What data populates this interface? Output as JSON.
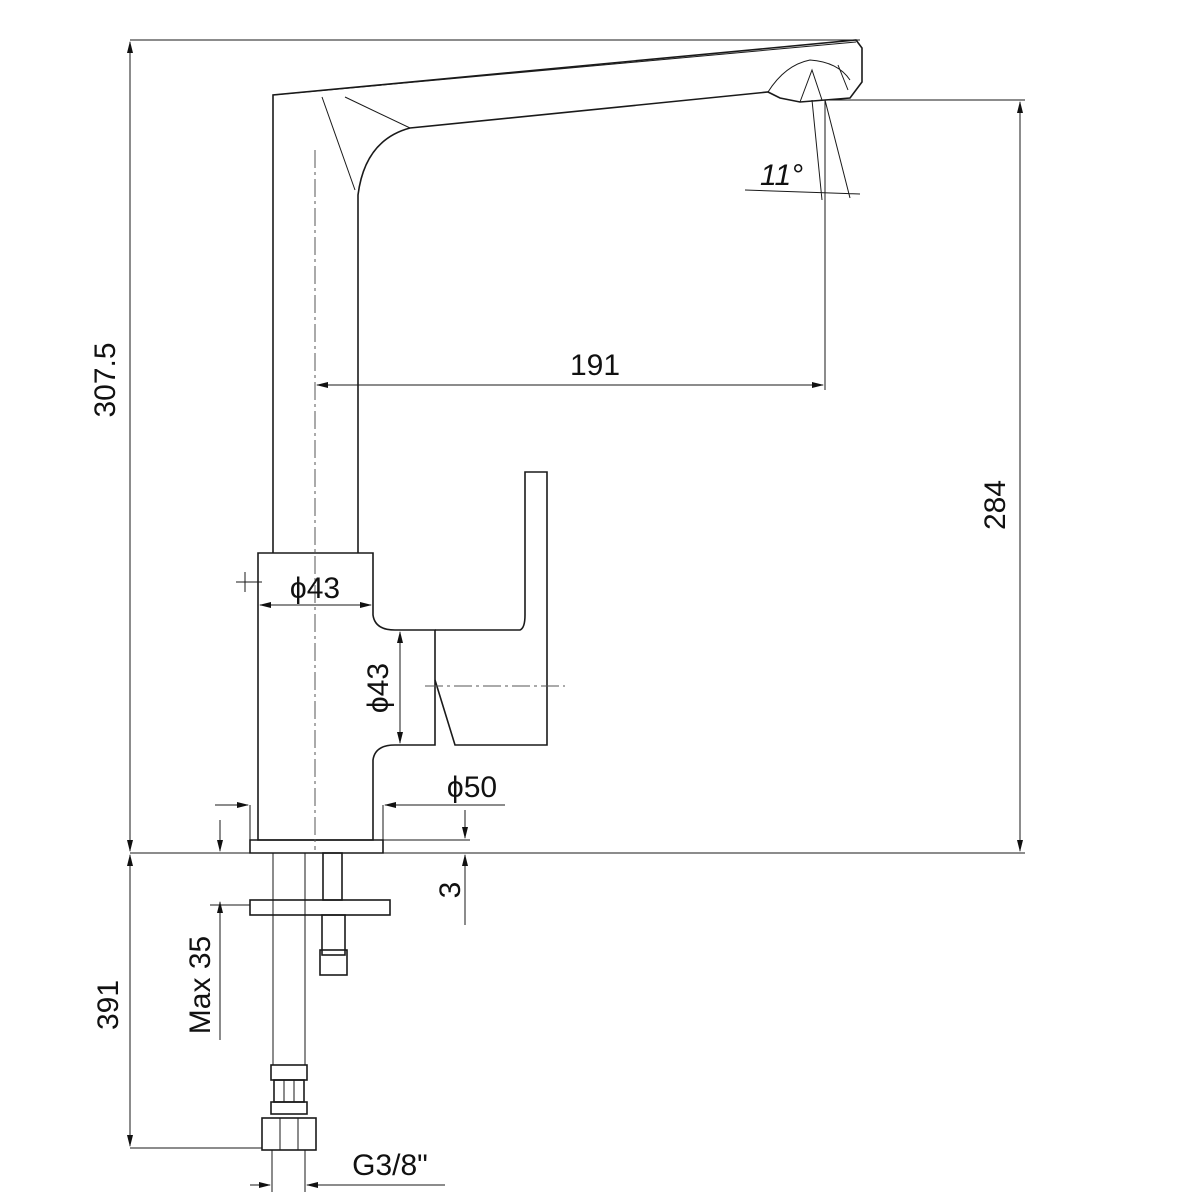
{
  "drawing": {
    "title": "Kitchen mixer tap dimension drawing",
    "dimensions": {
      "total_height": "307.5",
      "spout_height": "284",
      "spout_reach": "191",
      "spout_angle": "11°",
      "body_diameter_upper": "ϕ43",
      "body_diameter_side": "ϕ43",
      "base_diameter": "ϕ50",
      "base_thickness": "3",
      "max_counter_thickness": "Max 35",
      "hose_length": "391",
      "connection_thread": "G3/8\""
    },
    "line_color": "#1a1a1a"
  }
}
